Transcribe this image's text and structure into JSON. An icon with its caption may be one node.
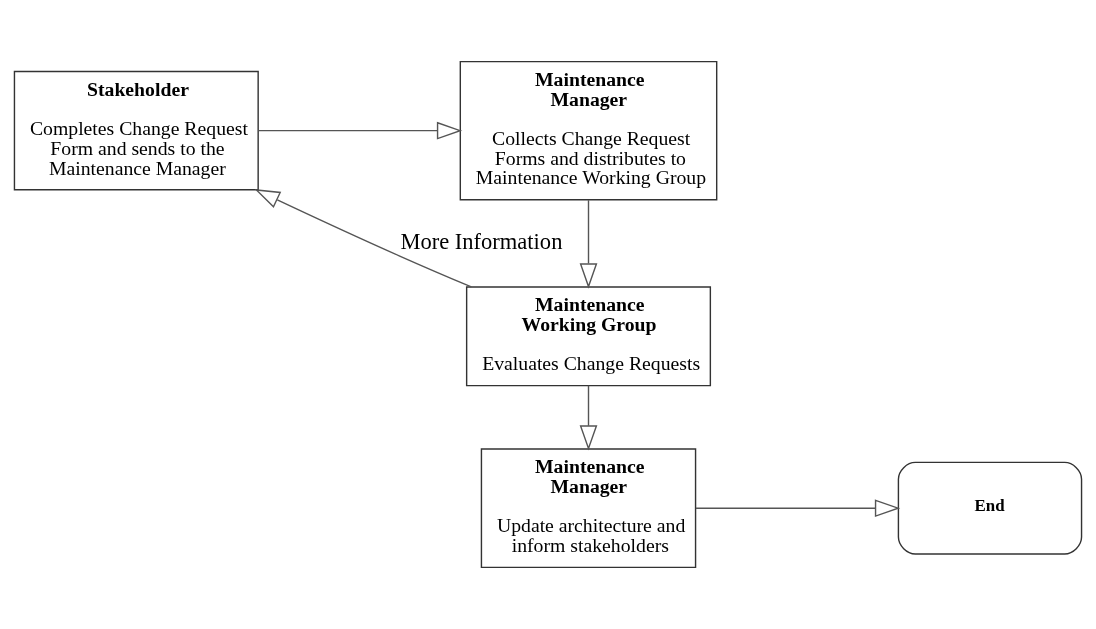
{
  "diagram": {
    "nodes": [
      {
        "text": [
          "Stakeholder",
          "Completes Change Request Form and sends to the Maintenance Manager"
        ]
      },
      {
        "text": [
          "Maintenance Manager",
          "Collects Change Request Forms and distributes to Maintenance Working Group"
        ]
      },
      {
        "text": [
          "Maintenance Working Group",
          "Evaluates Change Requests"
        ]
      },
      {
        "text": [
          "Maintenance Manager",
          "Update architecture and inform stakeholders"
        ]
      },
      {
        "text": [
          "End"
        ]
      }
    ],
    "edges": [
      {
        "from": 0,
        "to": 1,
        "arrow": "to"
      },
      {
        "from": 1,
        "to": 2,
        "arrow": "to"
      },
      {
        "from": 2,
        "to": 0,
        "arrow": "to",
        "label": "More Information"
      },
      {
        "from": 2,
        "to": 3,
        "arrow": "to"
      },
      {
        "from": 3,
        "to": 4,
        "arrow": "to"
      }
    ]
  }
}
